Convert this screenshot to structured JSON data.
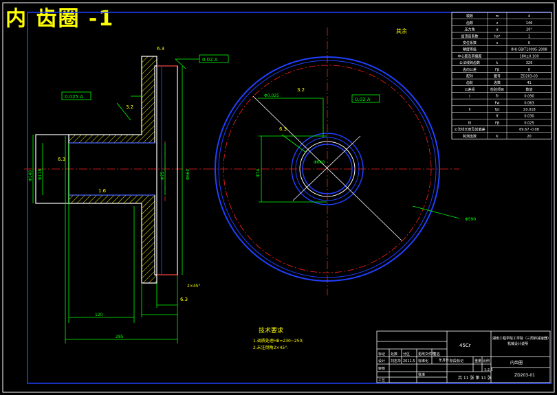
{
  "title": "内 齿圈 -1",
  "params_table": {
    "rows": [
      [
        "模数",
        "m",
        "4"
      ],
      [
        "齿数",
        "z",
        "146"
      ],
      [
        "压力角",
        "α",
        "20°"
      ],
      [
        "齿顶高系数",
        "ha*",
        "1"
      ],
      [
        "变位系数",
        "x",
        "0"
      ],
      [
        "精度等级",
        "",
        "8HJ GB/T10095-2008"
      ],
      [
        "中心距及其偏差",
        "",
        "180±0.100"
      ],
      [
        "公法线跨齿数",
        "k",
        "329"
      ],
      [
        "齿向公差",
        "Fβ",
        "0"
      ],
      [
        "配对",
        "图号",
        "ZD203-03"
      ],
      [
        "齿轮",
        "齿数",
        "41"
      ],
      [
        "公差组",
        "检验项目",
        "数值"
      ],
      [
        "I",
        "Fr",
        "0.090"
      ],
      [
        "",
        "Fw",
        "0.063"
      ],
      [
        "II",
        "fpt",
        "±0.018"
      ],
      [
        "",
        "ff",
        "0.030"
      ],
      [
        "III",
        "Fβ",
        "0.025"
      ],
      [
        "公法线长度及其偏差",
        "",
        "69.67 -0.08"
      ],
      [
        "跨测齿数",
        "K",
        "20"
      ]
    ]
  },
  "tech_requirements": {
    "heading": "技术要求",
    "lines": [
      "1.调质处理HB=230~250;",
      "2.未注倒角2×45°."
    ]
  },
  "title_block": {
    "scale": "1:2.5",
    "school": "湖南工程学院工学院（三周转减速器）",
    "school_line2": "机械设计说明",
    "part_name": "内齿圈",
    "material": "45Cr",
    "drawing_no": "ZD203-01",
    "sheet_info": "共 11 张  第 11 张",
    "row_labels": [
      "标记",
      "处数",
      "分区",
      "更改文件号",
      "签名",
      "年月日"
    ],
    "design_label": "设计",
    "design_name": "刘志华",
    "design_date": "2011.5",
    "standard_label": "标准化",
    "stage_label": "阶段标记",
    "weight_label": "重量",
    "ratio_label": "比例",
    "review_label": "审核",
    "process_label": "工艺",
    "approve_label": "批准"
  },
  "annotations": {
    "roughness_top": "6.3",
    "tol_top": "0.02 A",
    "tol_left": "0.025 A",
    "roughness_left": "3.2",
    "roughness_bore": "6.3",
    "roughness_hub": "1.6",
    "roughness_bottom": "6.3",
    "chamfer": "2×45°",
    "dim_width_1": "120",
    "dim_width_2": "285",
    "dim_bore_1": "Φ140",
    "dim_bore_2": "Φ118",
    "dim_outer_1": "Φ660",
    "dim_outer_2": "Φ640",
    "roughness_front": "3.2",
    "tol_front": "0.02 A",
    "roughness_front_2": "6.3",
    "tol_flatness": "Φ0.025",
    "dim_front": "Φ74",
    "dim_leader": "Φ590",
    "dim_hub_bore": "Φ75",
    "other_rough": "其余"
  },
  "colors": {
    "frame": "#2040ff",
    "outline": "#ffffff",
    "center": "#ff2020",
    "dim": "#00ff00",
    "text": "#ffff00",
    "hatch": "#ffff00"
  }
}
